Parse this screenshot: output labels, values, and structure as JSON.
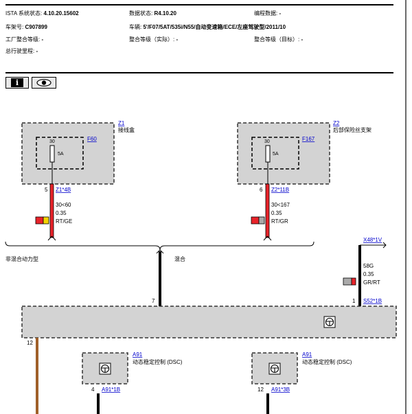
{
  "header": {
    "ista_label": "ISTA 系统状态:",
    "ista_value": "4.10.20.15602",
    "data_label": "数据状态:",
    "data_value": "R4.10.20",
    "prog_label": "编程数据:",
    "prog_value": "-",
    "frame_label": "车架号:",
    "frame_value": "C907899",
    "vehicle_label": "车辆:",
    "vehicle_value": "5'/F07/5AT/535i/N55/自动变速箱/ECE/左座驾驶型/2011/10",
    "factory_label": "工厂整合等级:",
    "factory_value": "-",
    "integ_actual_label": "整合等级（实际）:",
    "integ_actual_value": "-",
    "integ_target_label": "整合等级（目标）:",
    "integ_target_value": "-",
    "mileage_label": "总行驶里程:",
    "mileage_value": "-"
  },
  "toolbar": {
    "info_glyph": "i",
    "info_icon": "info-icon",
    "view_icon": "eye-icon"
  },
  "colors": {
    "box_fill": "#d3d3d3",
    "wire_red": "#e8232a",
    "wire_black": "#000000",
    "wire_brown": "#a0602a",
    "wire_yellow": "#f5d400",
    "wire_grey": "#aaaaaa",
    "link_blue": "#0000cc"
  },
  "diagram": {
    "z1": {
      "id": "Z1",
      "desc": "接线盒",
      "fuse_pin": "30",
      "fuse_id": "F60",
      "fuse_rating": "5A",
      "out_pin": "5",
      "out_conn": "Z1*4B",
      "wire_circuit": "30<60",
      "wire_size": "0.35",
      "wire_color": "RT/GE"
    },
    "z2": {
      "id": "Z2",
      "desc": "后部保险丝支架",
      "fuse_pin": "30",
      "fuse_id": "F167",
      "fuse_rating": "5A",
      "out_pin": "6",
      "out_conn": "Z2*11B",
      "wire_circuit": "30<167",
      "wire_size": "0.35",
      "wire_color": "RT/GR"
    },
    "variant_left": "非混合动力型",
    "variant_right": "混合",
    "x48": {
      "conn": "X48*1V",
      "wire_circuit": "58G",
      "wire_size": "0.35",
      "wire_color": "GR/RT"
    },
    "bus": {
      "left_pin": "7",
      "right_pin": "1",
      "right_conn": "S52*1B",
      "bottom_pin": "12"
    },
    "a91_left": {
      "id": "A91",
      "desc": "动态稳定控制 (DSC)",
      "pin": "4",
      "conn": "A91*1B"
    },
    "a91_right": {
      "id": "A91",
      "desc": "动态稳定控制 (DSC)",
      "pin": "12",
      "conn": "A91*3B"
    }
  }
}
